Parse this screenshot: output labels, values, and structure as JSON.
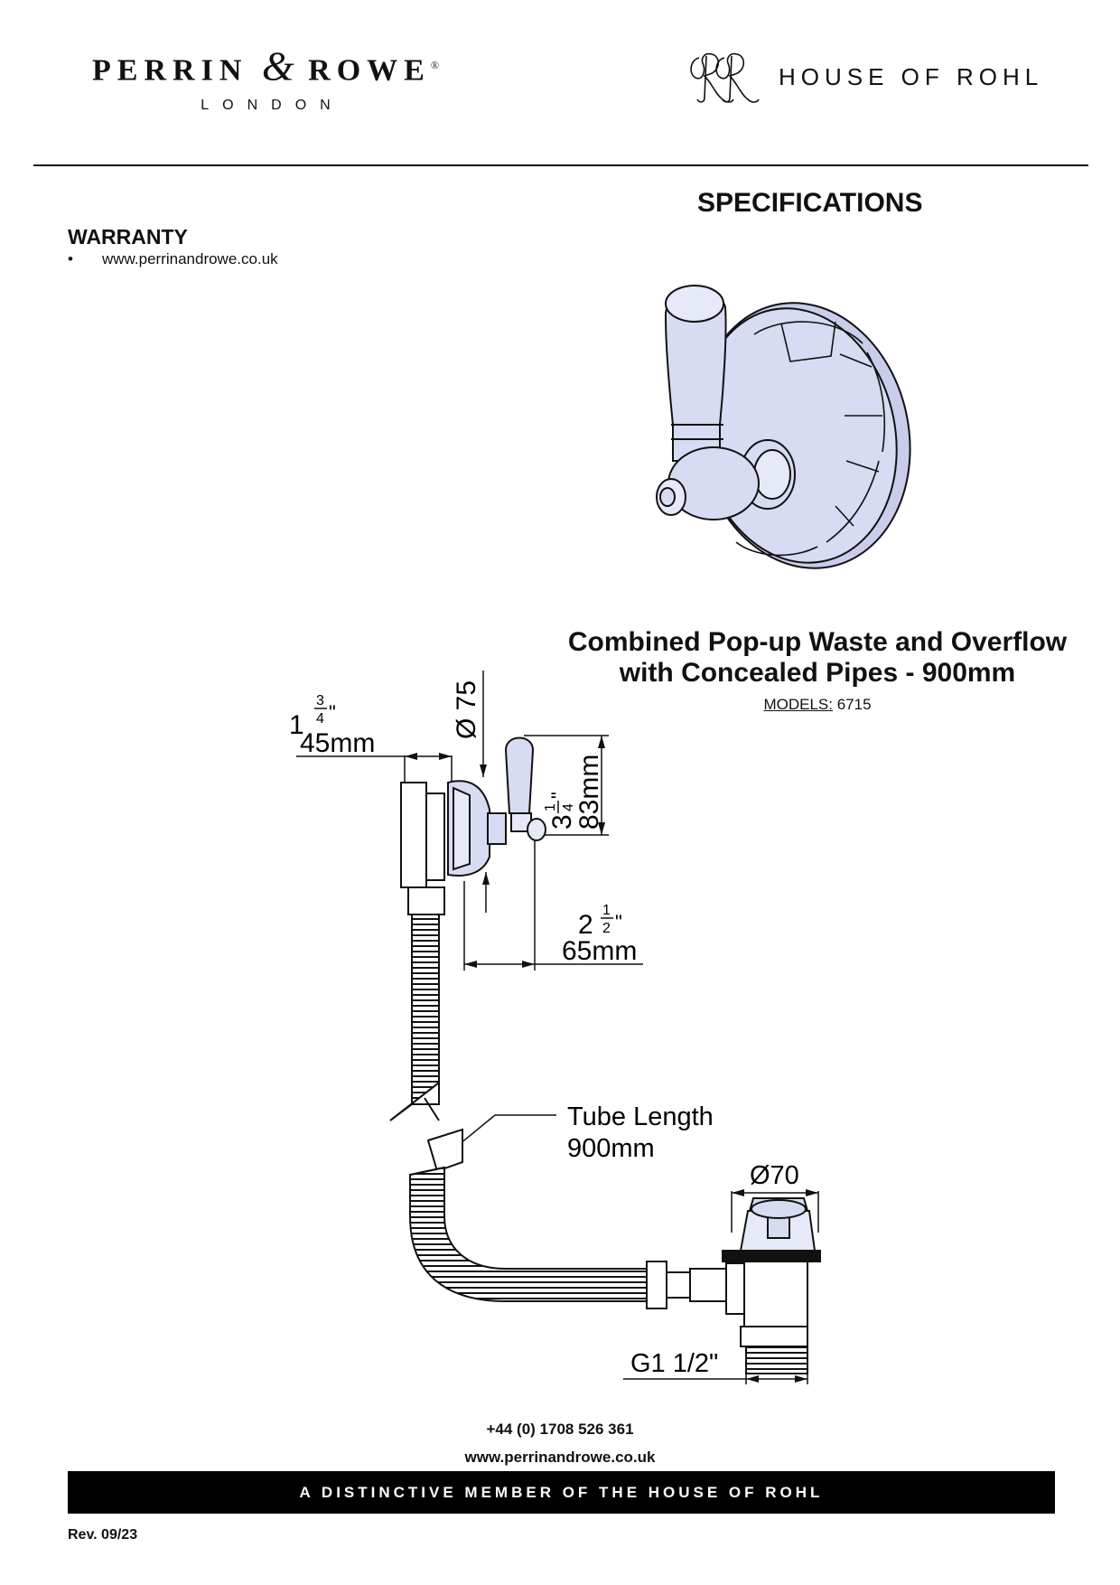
{
  "header": {
    "brand_left_name_part1": "PERRIN",
    "brand_left_name_amp": "&",
    "brand_left_name_part2": "ROWE",
    "brand_left_registered": "®",
    "brand_left_sub": "LONDON",
    "brand_right_name": "HOUSE OF ROHL"
  },
  "warranty": {
    "title": "WARRANTY",
    "items": [
      "www.perrinandrowe.co.uk"
    ]
  },
  "specifications": {
    "title": "SPECIFICATIONS",
    "product_title_line1": "Combined Pop-up Waste and Overflow",
    "product_title_line2": "with Concealed Pipes - 900mm",
    "models_label": "MODELS:",
    "models_value": "6715"
  },
  "drawing": {
    "dim_depth_whole": "1",
    "dim_depth_num": "3",
    "dim_depth_den": "4",
    "dim_depth_inch": "\"",
    "dim_depth_mm": "45mm",
    "dim_diameter_overflow": "Ø 75",
    "dim_height_whole": "3",
    "dim_height_num": "1",
    "dim_height_den": "4",
    "dim_height_inch": "\"",
    "dim_height_mm": "83mm",
    "dim_projection_whole": "2",
    "dim_projection_num": "1",
    "dim_projection_den": "2",
    "dim_projection_inch": "\"",
    "dim_projection_mm": "65mm",
    "tube_length_label": "Tube Length",
    "tube_length_value": "900mm",
    "dim_diameter_waste": "Ø70",
    "thread": "G1 1/2\""
  },
  "footer": {
    "phone": "+44 (0) 1708 526 361",
    "website": "www.perrinandrowe.co.uk",
    "banner": "A DISTINCTIVE MEMBER OF THE HOUSE OF ROHL",
    "revision": "Rev. 09/23"
  },
  "colors": {
    "illustration_fill": "#d8dcf2",
    "illustration_fill_light": "#e6e9f7",
    "line": "#111111",
    "banner_bg": "#000000",
    "banner_text": "#ffffff"
  }
}
